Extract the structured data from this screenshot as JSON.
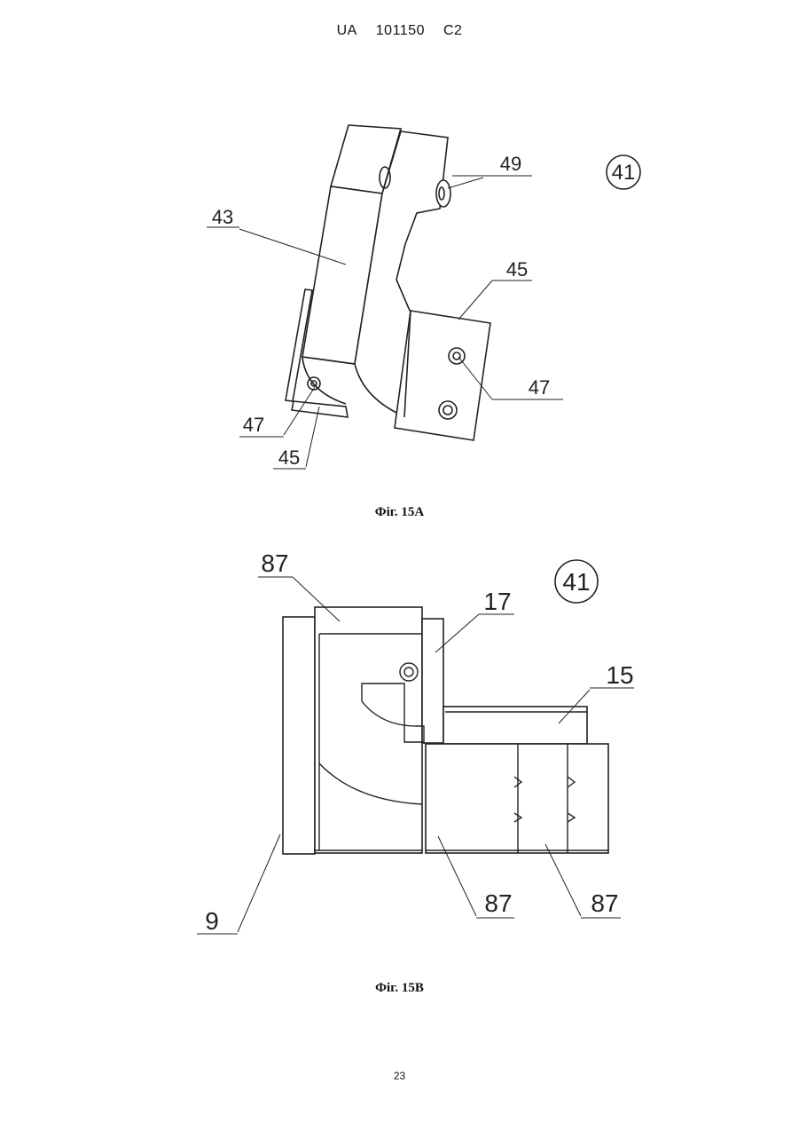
{
  "header": {
    "office": "UA",
    "number": "101150",
    "kind": "C2"
  },
  "fig15a": {
    "caption": "Фіг. 15А",
    "labels": {
      "ref41": "41",
      "ref49": "49",
      "ref43": "43",
      "ref45a": "45",
      "ref47a": "47",
      "ref47b": "47",
      "ref45b": "45"
    }
  },
  "fig15b": {
    "caption": "Фіг. 15В",
    "labels": {
      "ref41": "41",
      "ref87a": "87",
      "ref17": "17",
      "ref15": "15",
      "ref9": "9",
      "ref87b": "87",
      "ref87c": "87"
    }
  },
  "page_number": "23"
}
